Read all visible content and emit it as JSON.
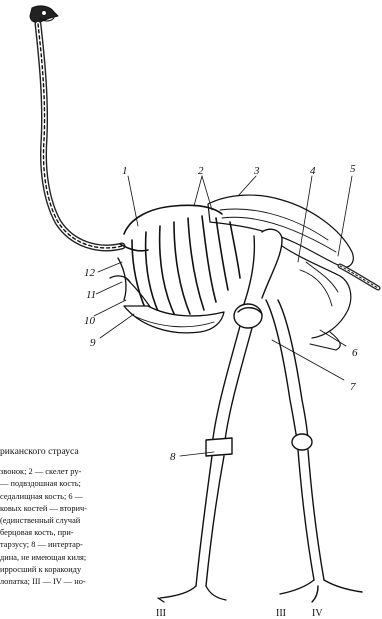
{
  "figure": {
    "labels": [
      "1",
      "2",
      "3",
      "4",
      "5",
      "6",
      "7",
      "8",
      "9",
      "10",
      "11",
      "12"
    ],
    "toe_labels": [
      "III",
      "III",
      "IV"
    ]
  },
  "caption": {
    "title": "рикaнского страуса",
    "lines": [
      "звонок; 2 — скелет ру-",
      "— подвздошная кость;",
      "седалищная кость; 6 —",
      "ковых костей — вторич-",
      "(единственный случай",
      "берцовая кость, при-",
      "тарзусу; 8 — интертар-",
      "дина, не имеющая киля;",
      "ирросший к коракоиду",
      "лопатка; III — IV — но-"
    ]
  }
}
